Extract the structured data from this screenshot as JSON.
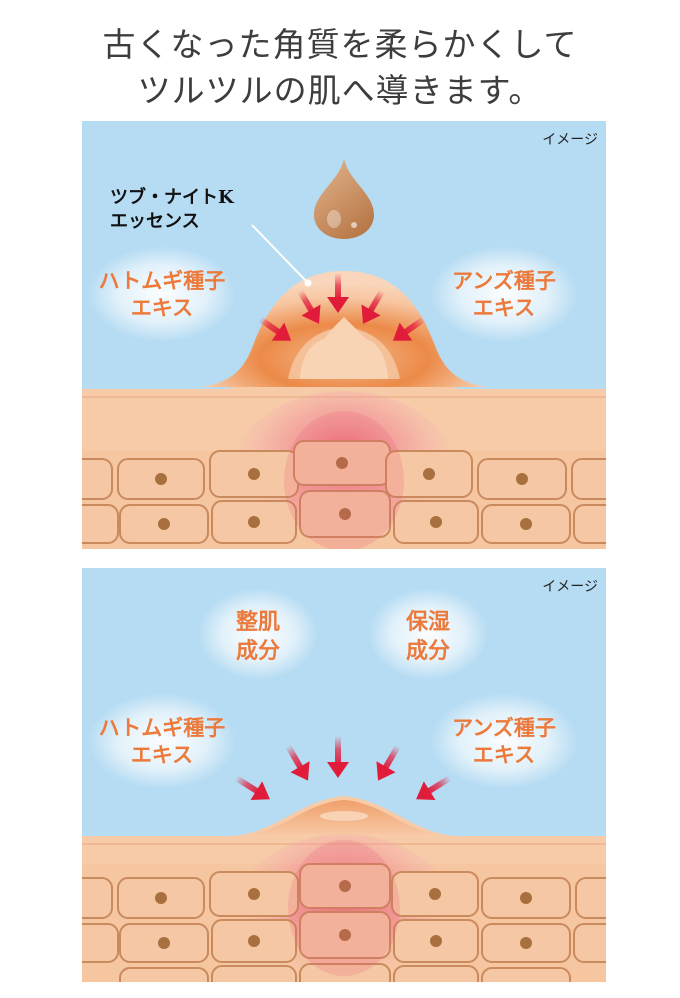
{
  "headline": {
    "line1": "古くなった角質を柔らかくして",
    "line2": "ツルツルの肌へ導きます。"
  },
  "panel1": {
    "tag": "イメージ",
    "essence_line1": "ツブ・ナイトK",
    "essence_line2": "エッセンス",
    "left_line1": "ハトムギ種子",
    "left_line2": "エキス",
    "right_line1": "アンズ種子",
    "right_line2": "エキス"
  },
  "panel2": {
    "tag": "イメージ",
    "top_left_line1": "整肌",
    "top_left_line2": "成分",
    "top_right_line1": "保湿",
    "top_right_line2": "成分",
    "left_line1": "ハトムギ種子",
    "left_line2": "エキス",
    "right_line1": "アンズ種子",
    "right_line2": "エキス"
  },
  "colors": {
    "sky": "#b6dcf3",
    "skin": "#f6c6a0",
    "cell_border": "#c98a5e",
    "nucleus": "#a8703e",
    "ingredient_text": "#ec7a3c",
    "arrow": "#e01c3a"
  }
}
